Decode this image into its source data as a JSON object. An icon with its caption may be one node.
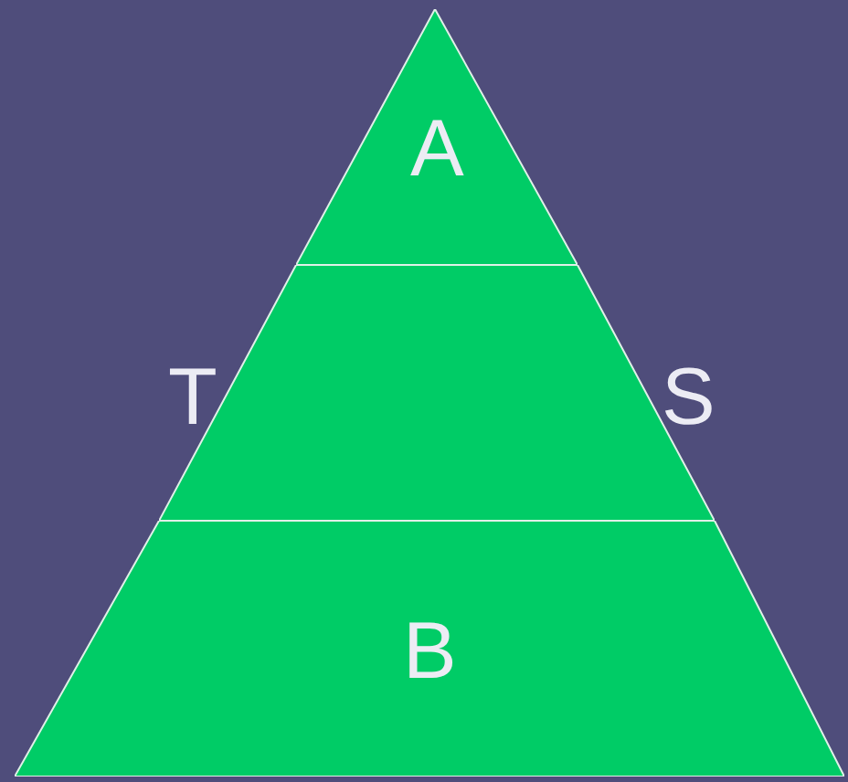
{
  "diagram": {
    "nodes": [
      {
        "text": [
          "A"
        ]
      },
      {
        "text": [],
        "shape": "trapezoid"
      },
      {
        "text": [
          "B"
        ]
      }
    ],
    "labels": [
      "T",
      "S"
    ]
  }
}
